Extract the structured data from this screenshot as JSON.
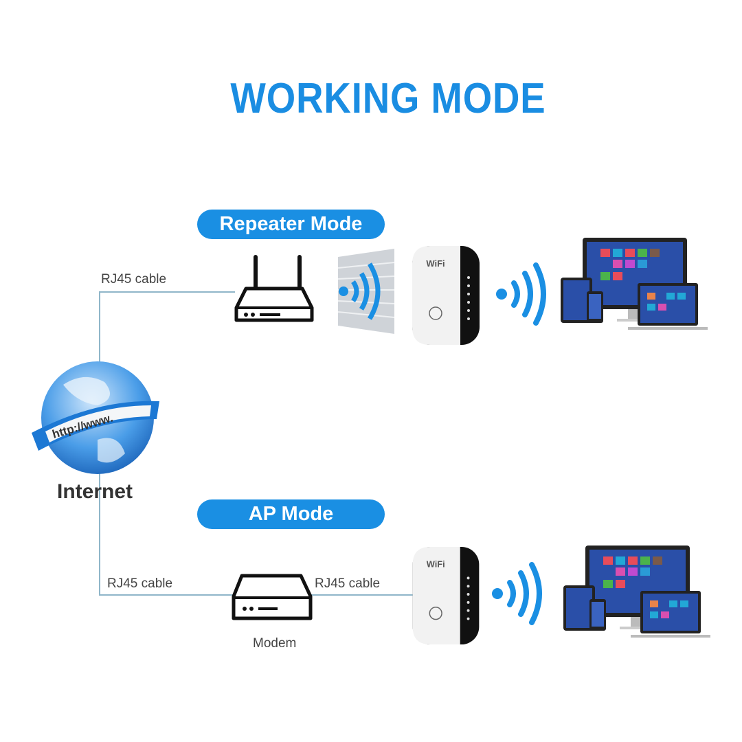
{
  "title": "WORKING MODE",
  "repeater_mode": {
    "label": "Repeater Mode",
    "cable_label": "RJ45 cable"
  },
  "internet": {
    "label": "Internet",
    "globe_text": "http://www."
  },
  "ap_mode": {
    "label": "AP Mode",
    "cable_label_left": "RJ45 cable",
    "cable_label_right": "RJ45 cable",
    "modem_label": "Modem"
  },
  "device": {
    "logo_text": "WiFi"
  },
  "colors": {
    "accent": "#1a8fe3",
    "line": "#8fb6c9",
    "text": "#333333"
  }
}
